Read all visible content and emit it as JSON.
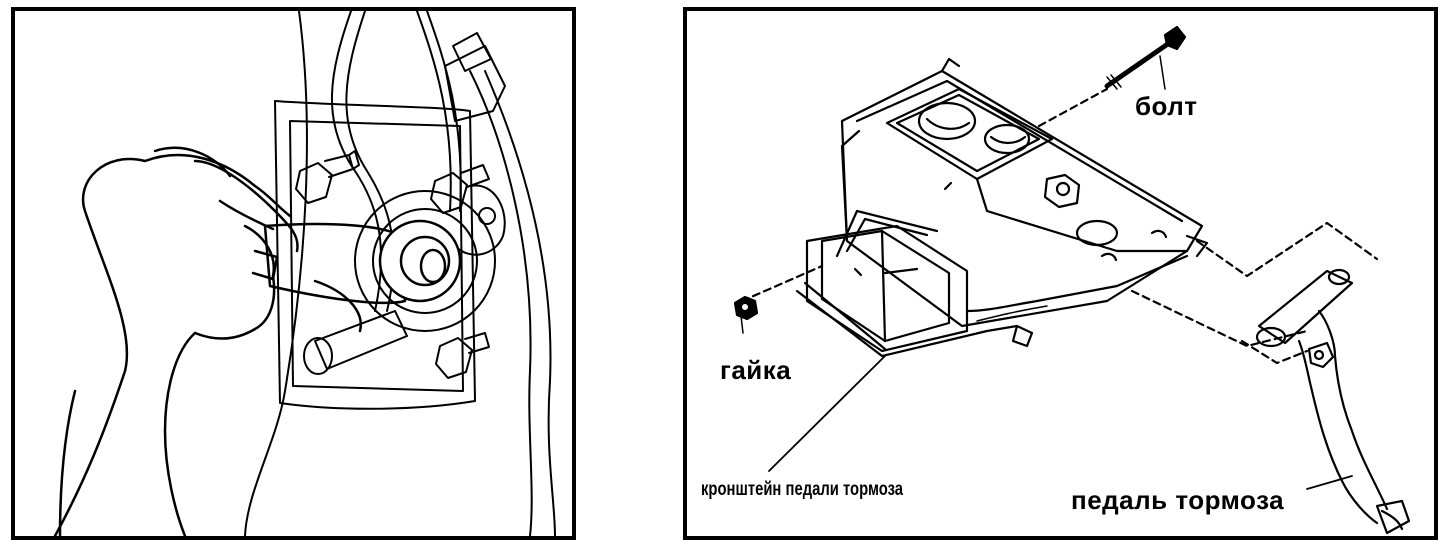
{
  "labels": {
    "bolt": "болт",
    "nut": "гайка",
    "bracket": "кронштейн педали тормоза",
    "pedal": "педаль тормоза"
  },
  "colors": {
    "ink": "#000000",
    "paper": "#ffffff"
  }
}
